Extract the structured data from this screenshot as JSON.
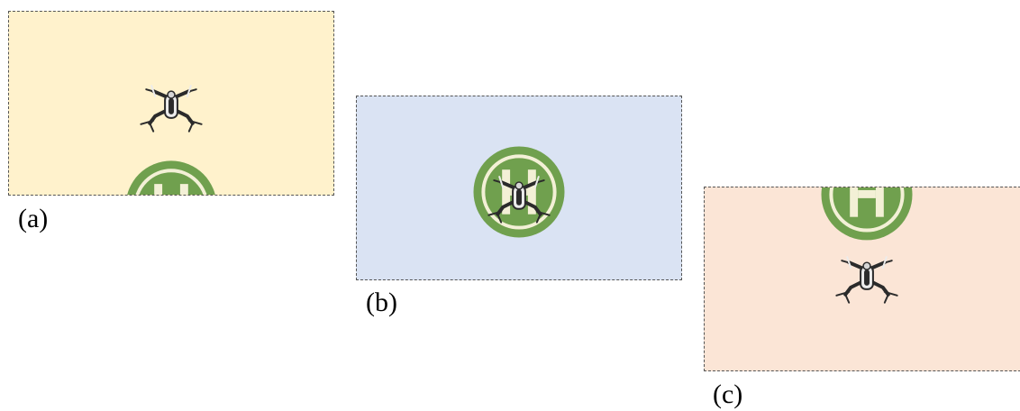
{
  "panels": [
    {
      "id": "a",
      "caption": "(a)",
      "background": "#fff2cc"
    },
    {
      "id": "b",
      "caption": "(b)",
      "background": "#dae3f3"
    },
    {
      "id": "c",
      "caption": "(c)",
      "background": "#fbe5d6"
    }
  ],
  "colors": {
    "helipad_green": "#70a04e",
    "helipad_ring_light": "#f3f0d6",
    "drone_body": "#2b2b2b",
    "drone_highlight": "#ececec",
    "border": "#555555"
  },
  "icons": {
    "drone": "quadcopter-drone-icon",
    "helipad": "helipad-h-icon"
  }
}
